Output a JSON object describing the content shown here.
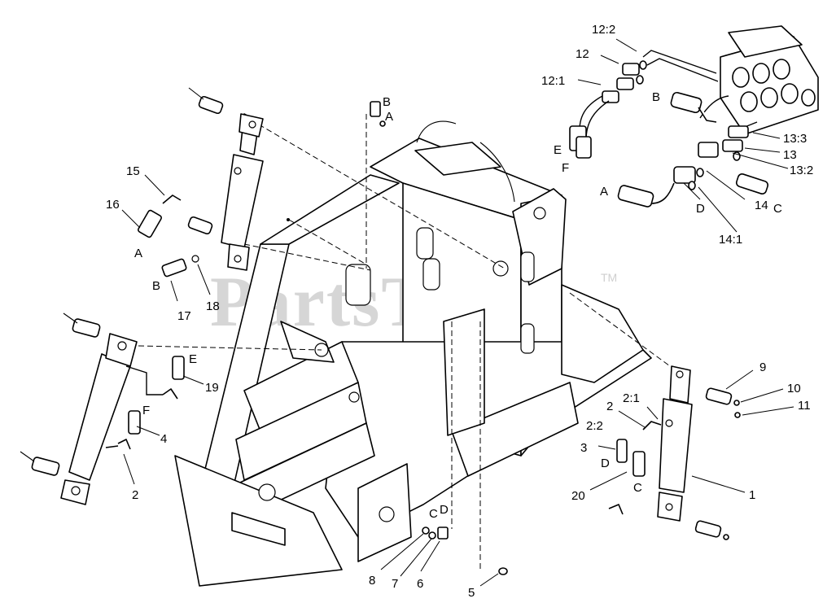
{
  "watermark": {
    "text": "PartsTree",
    "tm": "TM"
  },
  "callouts": [
    {
      "id": "c-12-2",
      "text": "12:2"
    },
    {
      "id": "c-12",
      "text": "12"
    },
    {
      "id": "c-12-1",
      "text": "12:1"
    },
    {
      "id": "c-B-top-valve",
      "text": "B"
    },
    {
      "id": "c-E-top",
      "text": "E"
    },
    {
      "id": "c-F-top",
      "text": "F"
    },
    {
      "id": "c-13-3",
      "text": "13:3"
    },
    {
      "id": "c-13",
      "text": "13"
    },
    {
      "id": "c-13-2",
      "text": "13:2"
    },
    {
      "id": "c-A-valve",
      "text": "A"
    },
    {
      "id": "c-D-valve",
      "text": "D"
    },
    {
      "id": "c-C-valve",
      "text": "C"
    },
    {
      "id": "c-14",
      "text": "14"
    },
    {
      "id": "c-14-1",
      "text": "14:1"
    },
    {
      "id": "c-B-frame",
      "text": "B"
    },
    {
      "id": "c-A-frame",
      "text": "A"
    },
    {
      "id": "c-15",
      "text": "15"
    },
    {
      "id": "c-16",
      "text": "16"
    },
    {
      "id": "c-A-left",
      "text": "A"
    },
    {
      "id": "c-B-left",
      "text": "B"
    },
    {
      "id": "c-17",
      "text": "17"
    },
    {
      "id": "c-18",
      "text": "18"
    },
    {
      "id": "c-E-left",
      "text": "E"
    },
    {
      "id": "c-19",
      "text": "19"
    },
    {
      "id": "c-F-left",
      "text": "F"
    },
    {
      "id": "c-4",
      "text": "4"
    },
    {
      "id": "c-2-left",
      "text": "2"
    },
    {
      "id": "c-9",
      "text": "9"
    },
    {
      "id": "c-10",
      "text": "10"
    },
    {
      "id": "c-11",
      "text": "11"
    },
    {
      "id": "c-2-1",
      "text": "2:1"
    },
    {
      "id": "c-2-right",
      "text": "2"
    },
    {
      "id": "c-2-2",
      "text": "2:2"
    },
    {
      "id": "c-3",
      "text": "3"
    },
    {
      "id": "c-D-right",
      "text": "D"
    },
    {
      "id": "c-C-right",
      "text": "C"
    },
    {
      "id": "c-20",
      "text": "20"
    },
    {
      "id": "c-1",
      "text": "1"
    },
    {
      "id": "c-C-bottom",
      "text": "C"
    },
    {
      "id": "c-D-bottom",
      "text": "D"
    },
    {
      "id": "c-8",
      "text": "8"
    },
    {
      "id": "c-7",
      "text": "7"
    },
    {
      "id": "c-6",
      "text": "6"
    },
    {
      "id": "c-5",
      "text": "5"
    }
  ]
}
